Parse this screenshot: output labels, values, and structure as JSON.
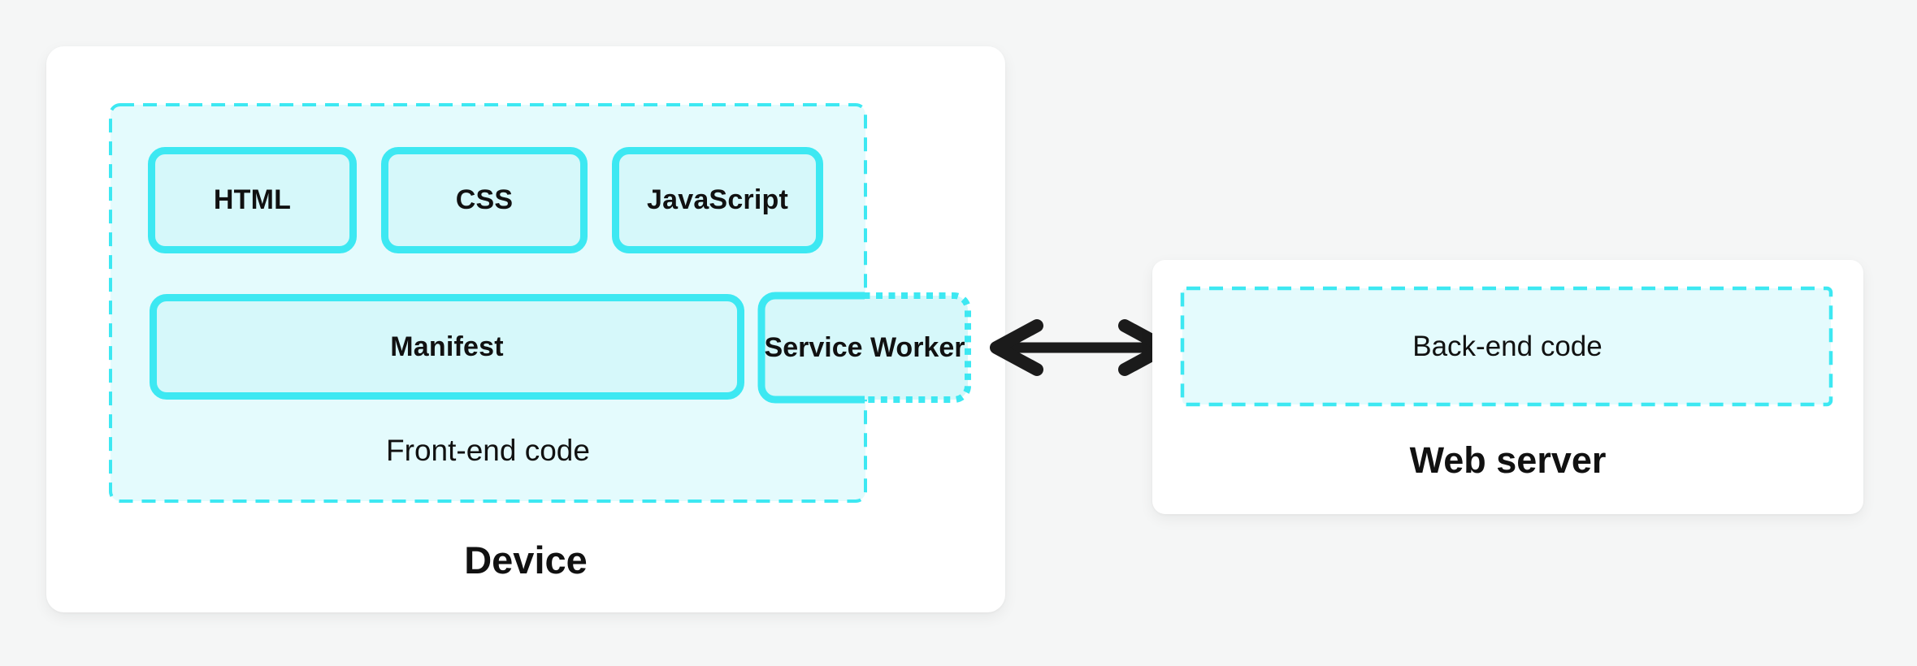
{
  "diagram": {
    "device": {
      "title": "Device",
      "frontend": {
        "caption": "Front-end code",
        "blocks": [
          {
            "label": "HTML"
          },
          {
            "label": "CSS"
          },
          {
            "label": "JavaScript"
          },
          {
            "label": "Manifest"
          },
          {
            "label": "Service Worker"
          }
        ]
      }
    },
    "connector": {
      "icon": "double-arrow"
    },
    "server": {
      "title": "Web server",
      "backend": {
        "caption": "Back-end code"
      }
    }
  },
  "colors": {
    "accent_cyan": "#3de8f2",
    "block_fill": "#d6f8fa",
    "container_fill": "#e4fbfd",
    "card_background": "#ffffff",
    "page_background": "#f5f6f6",
    "text": "#111111",
    "arrow": "#1b1b1b"
  }
}
